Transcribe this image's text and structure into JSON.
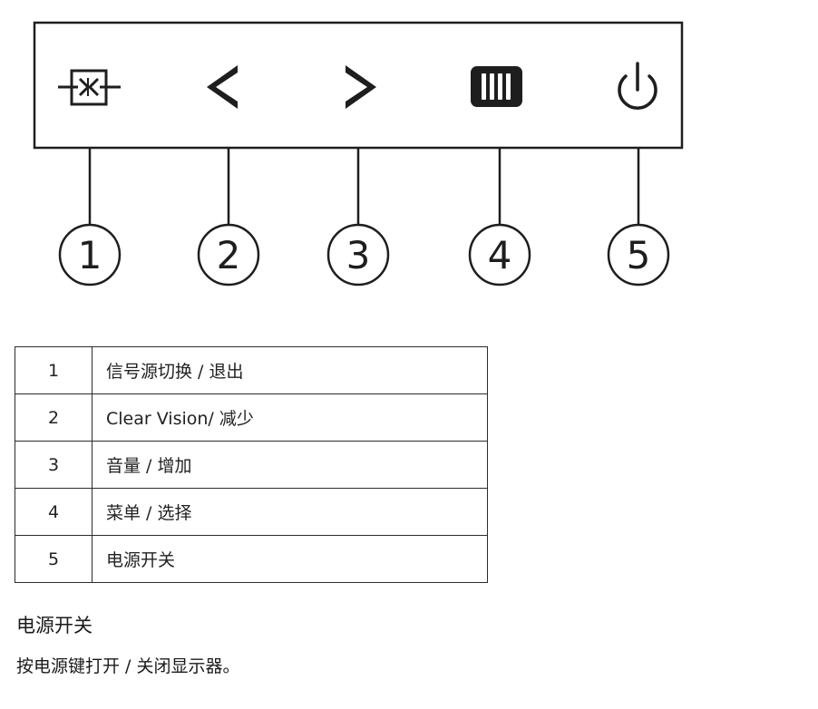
{
  "diagram": {
    "buttons": [
      {
        "number": "1",
        "icon": "source-exit-icon"
      },
      {
        "number": "2",
        "icon": "chevron-left-icon"
      },
      {
        "number": "3",
        "icon": "chevron-right-icon"
      },
      {
        "number": "4",
        "icon": "menu-icon"
      },
      {
        "number": "5",
        "icon": "power-icon"
      }
    ]
  },
  "table": {
    "rows": [
      {
        "number": "1",
        "function": "信号源切换 / 退出"
      },
      {
        "number": "2",
        "function": "Clear Vision/ 减少"
      },
      {
        "number": "3",
        "function": "音量 / 增加"
      },
      {
        "number": "4",
        "function": "菜单 / 选择"
      },
      {
        "number": "5",
        "function": "电源开关"
      }
    ]
  },
  "section": {
    "heading": "电源开关",
    "body": "按电源键打开 / 关闭显示器。"
  },
  "colors": {
    "line": "#1e1e1e",
    "border": "#2b2b2b"
  }
}
